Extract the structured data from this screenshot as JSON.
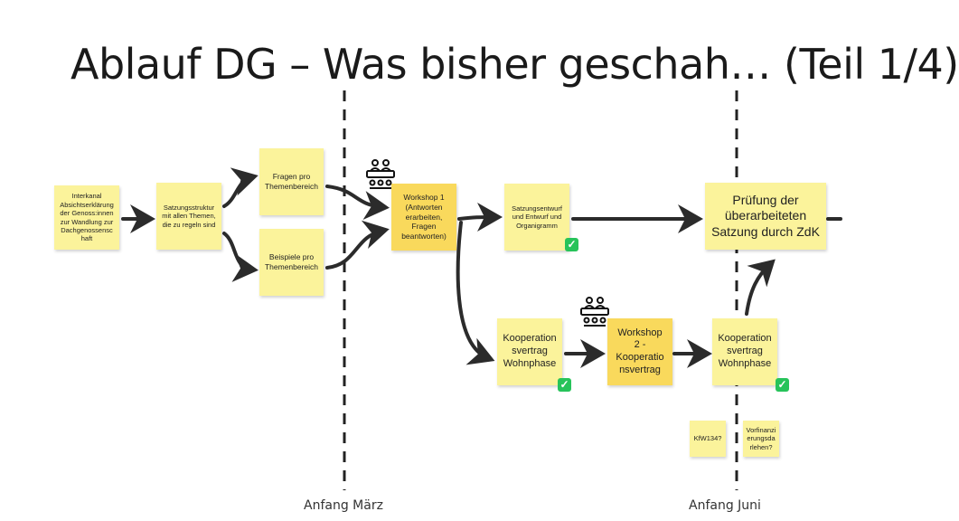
{
  "title": "Ablauf DG – Was bisher geschah… (Teil 1/4)",
  "notes": {
    "interkanal": "Interkanal\nAbsichtserklärung\nder Genoss:innen\nzur Wandlung zur\nDachgenossensc\nhaft",
    "satzungsstruktur": "Satzungsstruktur\nmit allen Themen,\ndie zu regeln sind",
    "fragen": "Fragen pro\nThemenbereich",
    "beispiele": "Beispiele pro\nThemenbereich",
    "workshop1": "Workshop 1\n(Antworten\nerarbeiten,\nFragen\nbeantworten)",
    "satzungsentwurf": "Satzungsentwurf\nund Entwurf und\nOrganigramm",
    "pruefung": "Prüfung der\nüberarbeiteten\nSatzung durch ZdK",
    "kooperation1": "Kooperation\nsvertrag\nWohnphase",
    "workshop2": "Workshop\n2 -\nKooperatio\nnsvertrag",
    "kooperation2": "Kooperation\nsvertrag\nWohnphase",
    "kfw": "KfW134?",
    "vorfinanz": "Vorfinanzi\nerungsda\nrlehen?"
  },
  "timeline": {
    "march": "Anfang März",
    "june": "Anfang Juni"
  },
  "colors": {
    "note_light": "#fbf39b",
    "note_dark": "#f9d95c",
    "check": "#27c35a",
    "arrow": "#2b2b2b"
  },
  "icons": [
    "meeting-table-icon",
    "checkmark-icon"
  ]
}
